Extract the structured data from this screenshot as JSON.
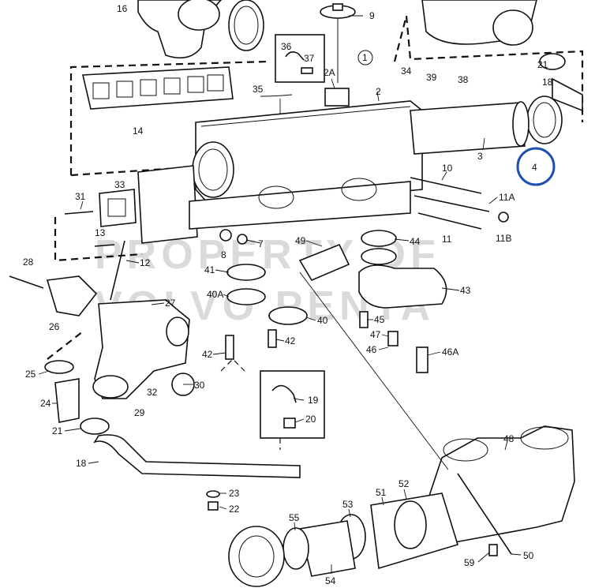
{
  "diagram": {
    "watermark_lines": [
      "PROPERTY OF",
      "VOLVO PENTA"
    ],
    "highlight_color": "#1f4fb0",
    "highlighted_part": "4",
    "callouts": {
      "p16": "16",
      "p9": "9",
      "p34": "34",
      "p36": "36",
      "p37": "37",
      "p1": "1",
      "p2A": "2A",
      "p39": "39",
      "p38": "38",
      "p21a": "21",
      "p18a": "18",
      "p35": "35",
      "p2": "2",
      "p14": "14",
      "p3": "3",
      "p4": "4",
      "p10": "10",
      "p33": "33",
      "p31": "31",
      "p11A": "11A",
      "p13": "13",
      "p11": "11",
      "p11B": "11B",
      "p8": "8",
      "p7": "7",
      "p49": "49",
      "p44": "44",
      "p28": "28",
      "p12": "12",
      "p41": "41",
      "p43": "43",
      "p27": "27",
      "p40A": "40A",
      "p26": "26",
      "p40": "40",
      "p45": "45",
      "p47": "47",
      "p42a": "42",
      "p42b": "42",
      "p46": "46",
      "p46A": "46A",
      "p25": "25",
      "p30": "30",
      "p32": "32",
      "p19": "19",
      "p24": "24",
      "p29": "29",
      "p20": "20",
      "p21b": "21",
      "p48": "48",
      "p18b": "18",
      "p23": "23",
      "p51": "51",
      "p52": "52",
      "p22": "22",
      "p53": "53",
      "p55": "55",
      "p50": "50",
      "p59": "59",
      "p54": "54"
    }
  }
}
